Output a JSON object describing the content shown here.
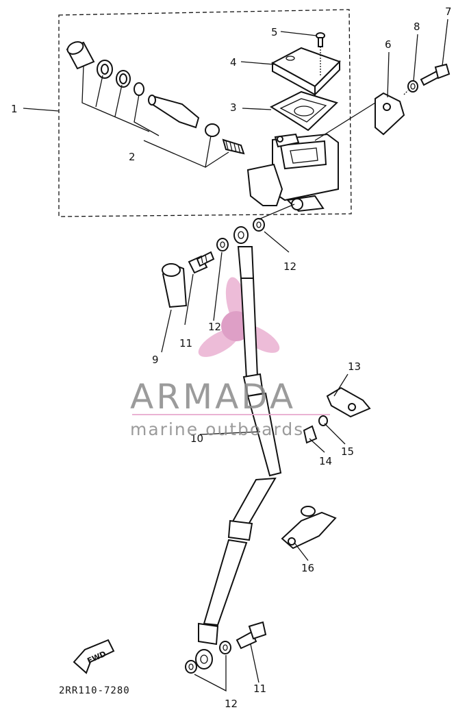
{
  "callouts": {
    "p1": "1",
    "p2": "2",
    "p3": "3",
    "p4": "4",
    "p5": "5",
    "p6": "6",
    "p7": "7",
    "p8": "8",
    "p9": "9",
    "p10": "10",
    "p11a": "11",
    "p11b": "11",
    "p12a": "12",
    "p12b": "12",
    "p12c": "12",
    "p13": "13",
    "p14": "14",
    "p15": "15",
    "p16": "16"
  },
  "fwd_label": "FWD",
  "diagram_code": "2RR110-7280",
  "watermark": {
    "brand": "ARMADA",
    "tagline": "marine outboards",
    "colors": {
      "logo_pink": "#e7a6cc",
      "text_gray": "#8a8a8a",
      "rule_pink": "#e7a6cc"
    }
  }
}
